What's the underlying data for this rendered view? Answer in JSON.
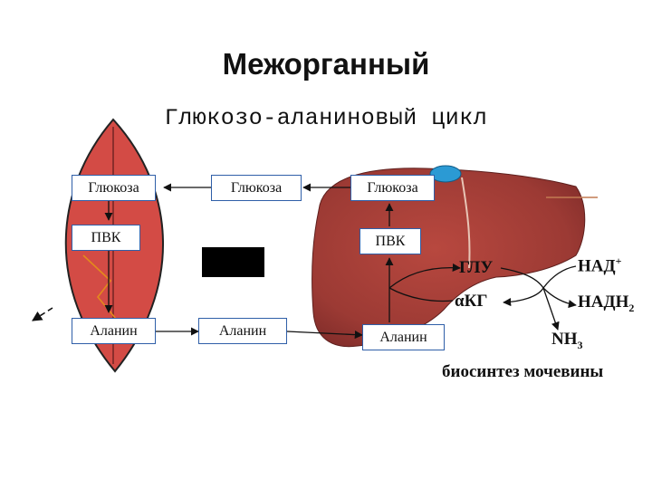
{
  "title": "Межорганный",
  "subtitle": "Глюкозо-аланиновый цикл",
  "muscle": {
    "glucose": "Глюкоза",
    "pvk": "ПВК",
    "alanine": "Аланин"
  },
  "blood": {
    "glucose": "Глюкоза",
    "alanine": "Аланин"
  },
  "liver": {
    "glucose": "Глюкоза",
    "pvk": "ПВК",
    "alanine": "Аланин",
    "glu": "ГЛУ",
    "akg": "αКГ",
    "nad": "НАД",
    "nad_sup": "+",
    "nadh": "НАДН",
    "nadh_sub": "2",
    "nh": "NH",
    "nh_sub": "3",
    "urea": "биосинтез мочевины"
  },
  "colors": {
    "muscle_fill": "#d34b45",
    "liver_fill": "#a83c36",
    "box_border": "#2f5fa8",
    "gallbladder": "#2b9ad4"
  }
}
